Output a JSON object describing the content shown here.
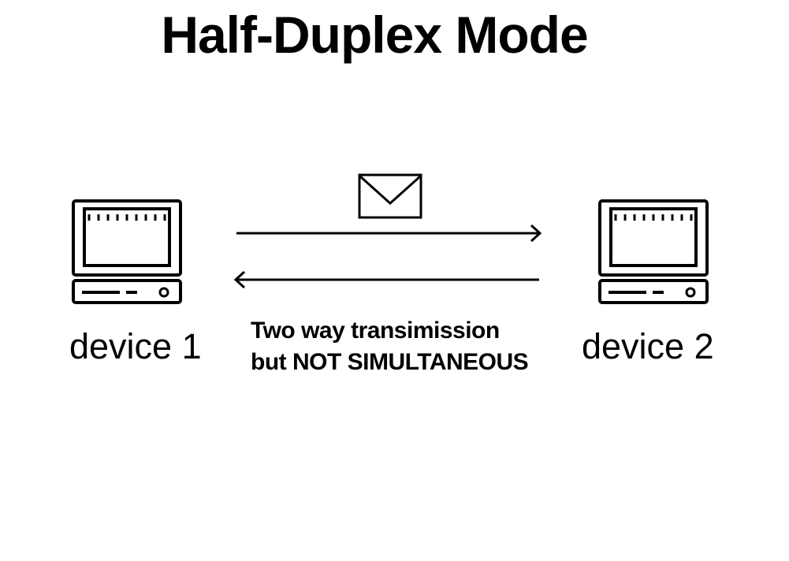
{
  "title": "Half-Duplex Mode",
  "devices": [
    {
      "label": "device 1",
      "icon": "computer-icon"
    },
    {
      "label": "device 2",
      "icon": "computer-icon"
    }
  ],
  "message_icon": "envelope-icon",
  "caption": {
    "line1": "Two way transimission",
    "line2": "but NOT SIMULTANEOUS"
  },
  "arrows": [
    "right-arrow",
    "left-arrow"
  ]
}
